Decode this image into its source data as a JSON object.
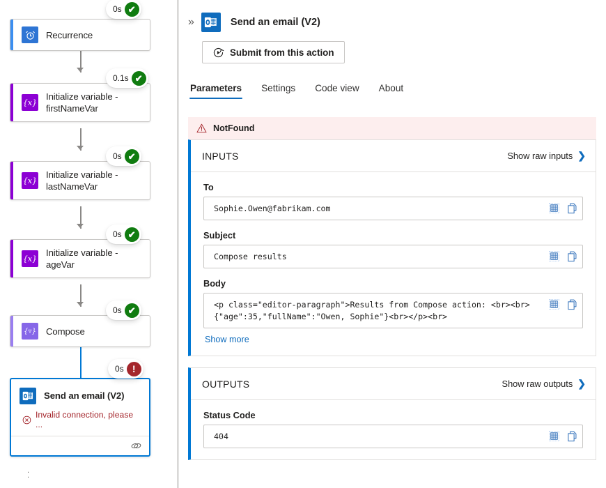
{
  "canvas": {
    "nodes": [
      {
        "title": "Recurrence",
        "icon": "clock-icon",
        "icon_bg": "#2e75d4",
        "accent": "#3b8ef0",
        "duration": "0s",
        "status": "success",
        "selected": false
      },
      {
        "title": "Initialize variable - firstNameVar",
        "icon": "variable-icon",
        "icon_bg": "#8c00d4",
        "accent": "#8c00d4",
        "duration": "0.1s",
        "status": "success",
        "selected": false
      },
      {
        "title": "Initialize variable - lastNameVar",
        "icon": "variable-icon",
        "icon_bg": "#8c00d4",
        "accent": "#8c00d4",
        "duration": "0s",
        "status": "success",
        "selected": false
      },
      {
        "title": "Initialize variable - ageVar",
        "icon": "variable-icon",
        "icon_bg": "#8c00d4",
        "accent": "#8c00d4",
        "duration": "0s",
        "status": "success",
        "selected": false
      },
      {
        "title": "Compose",
        "icon": "compose-icon",
        "icon_bg": "#8667e8",
        "accent": "#9a7ef0",
        "duration": "0s",
        "status": "success",
        "selected": false
      },
      {
        "title": "Send an email (V2)",
        "icon": "outlook-icon",
        "icon_bg": "#0f6cbd",
        "accent": "#0078d4",
        "duration": "0s",
        "status": "error",
        "selected": true,
        "error_text": "Invalid connection, please ...",
        "footer_icon": "link-icon"
      }
    ],
    "status_glyphs": {
      "success": "✔",
      "error": "!"
    }
  },
  "panel": {
    "collapse_icon": "chevron-double-right-icon",
    "title": "Send an email (V2)",
    "title_icon": "outlook-icon",
    "submit_button": "Submit from this action",
    "submit_icon": "resubmit-icon",
    "tabs": [
      {
        "label": "Parameters",
        "active": true
      },
      {
        "label": "Settings",
        "active": false
      },
      {
        "label": "Code view",
        "active": false
      },
      {
        "label": "About",
        "active": false
      }
    ],
    "error_banner": {
      "icon": "warning-triangle-icon",
      "text": "NotFound"
    },
    "inputs": {
      "title": "INPUTS",
      "show_raw_label": "Show raw inputs",
      "show_raw_icon": "chevron-right-icon",
      "fields": [
        {
          "label": "To",
          "value": "Sophie.Owen@fabrikam.com"
        },
        {
          "label": "Subject",
          "value": "Compose results"
        },
        {
          "label": "Body",
          "value": "<p class=\"editor-paragraph\">Results from Compose action: <br><br>{\"age\":35,\"fullName\":\"Owen, Sophie\"}<br></p><br>",
          "show_more": "Show more"
        }
      ],
      "field_icons": {
        "table": "table-icon",
        "copy": "copy-icon"
      }
    },
    "outputs": {
      "title": "OUTPUTS",
      "show_raw_label": "Show raw outputs",
      "show_raw_icon": "chevron-right-icon",
      "fields": [
        {
          "label": "Status Code",
          "value": "404"
        }
      ]
    }
  },
  "colors": {
    "accent_blue": "#0078d4",
    "link_blue": "#0f6cbd",
    "success_green": "#107c10",
    "error_red": "#a4262c",
    "banner_bg": "#fdeeee"
  }
}
